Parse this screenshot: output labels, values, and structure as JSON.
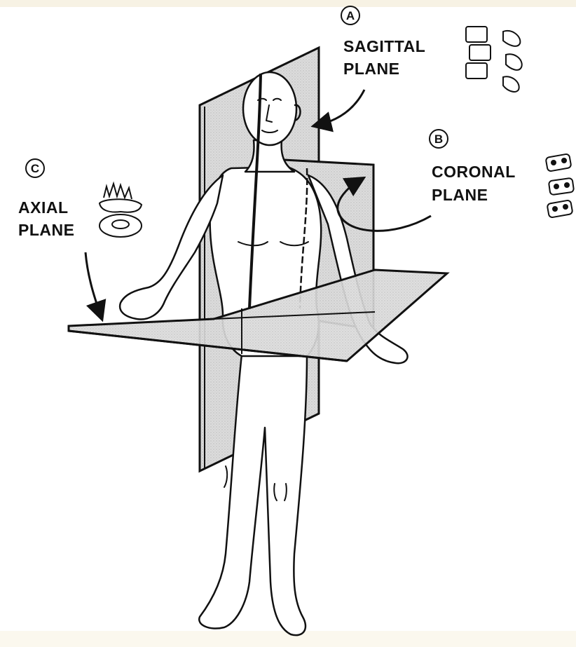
{
  "labels": {
    "a": {
      "badge": "A",
      "line1": "SAGITTAL",
      "line2": "PLANE"
    },
    "b": {
      "badge": "B",
      "line1": "CORONAL",
      "line2": "PLANE"
    },
    "c": {
      "badge": "C",
      "line1": "AXIAL",
      "line2": "PLANE"
    }
  },
  "colors": {
    "ink": "#111111",
    "plane_fill": "#d9d9d9",
    "band": "#f7f2e4"
  }
}
